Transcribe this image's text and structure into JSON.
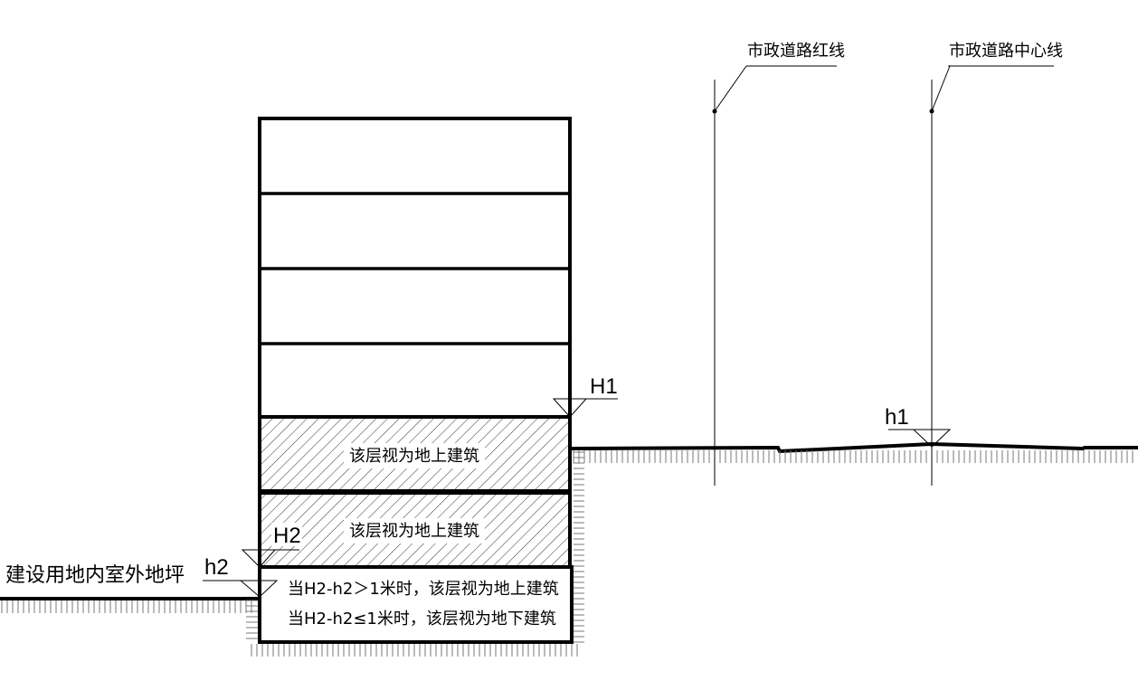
{
  "annotations": {
    "red_line": "市政道路红线",
    "center_line": "市政道路中心线",
    "outdoor_ground": "建设用地内室外地坪"
  },
  "levels": {
    "H1": "H1",
    "h1": "h1",
    "H2": "H2",
    "h2": "h2"
  },
  "floors": {
    "floor_1": "该层视为地上建筑",
    "floor_2": "该层视为地上建筑",
    "rule_above": "当H2-h2＞1米时，该层视为地上建筑",
    "rule_below": "当H2-h2≤1米时，该层视为地下建筑"
  }
}
